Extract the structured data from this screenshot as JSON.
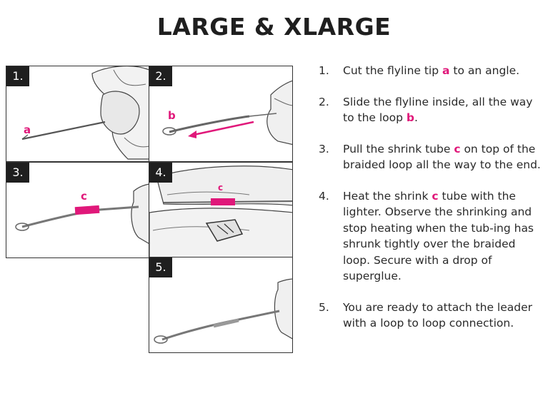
{
  "title": "LARGE & XLARGE",
  "accent_color": "#e0187a",
  "panels": [
    {
      "number": "1.",
      "label": "a"
    },
    {
      "number": "2.",
      "label": "b"
    },
    {
      "number": "3.",
      "label": "c"
    },
    {
      "number": "4.",
      "label": "c"
    },
    {
      "number": "5.",
      "label": ""
    }
  ],
  "steps": [
    {
      "num": "1.",
      "pre": "Cut the flyline tip ",
      "hl": "a",
      "post": " to an angle."
    },
    {
      "num": "2.",
      "pre": "Slide the flyline inside, all the way to the loop ",
      "hl": "b",
      "post": "."
    },
    {
      "num": "3.",
      "pre": "Pull the shrink tube ",
      "hl": "c",
      "post": " on top of the braided loop all the way to the end."
    },
    {
      "num": "4.",
      "pre": "Heat the shrink ",
      "hl": "c",
      "post": " tube with the lighter.  Observe the shrinking and stop heating when the tub-ing has shrunk tightly over the braided loop. Secure with a drop of superglue."
    },
    {
      "num": "5.",
      "pre": "You are ready to attach the leader with a loop to loop connection.",
      "hl": "",
      "post": ""
    }
  ]
}
